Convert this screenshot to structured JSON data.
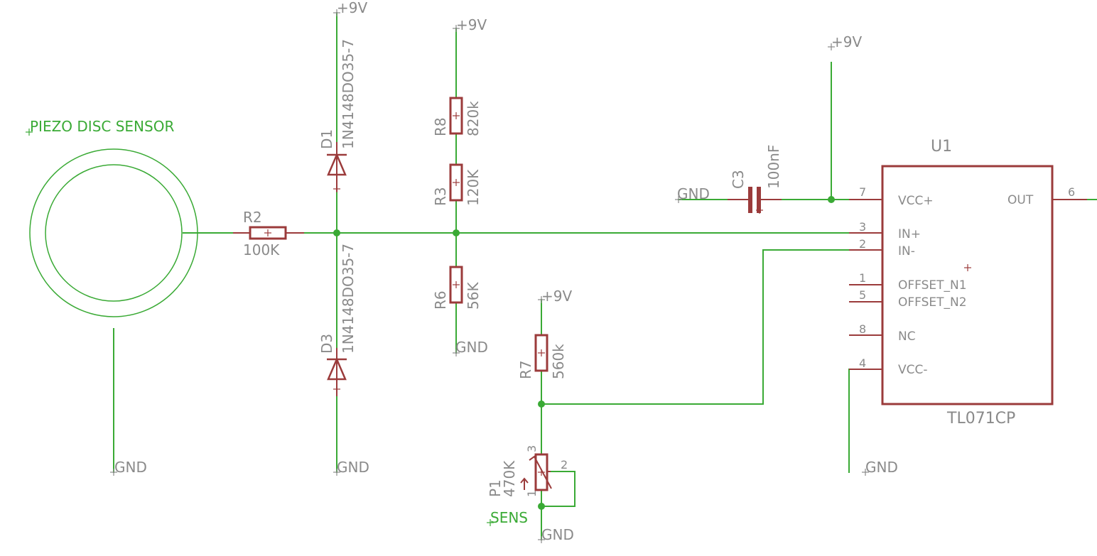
{
  "sensor": {
    "label": "PIEZO DISC SENSOR"
  },
  "power_labels": {
    "vcc": "+9V",
    "gnd": "GND"
  },
  "net_labels": {
    "sens": "SENS"
  },
  "resistors": {
    "r2": {
      "name": "R2",
      "value": "100K"
    },
    "r8": {
      "name": "R8",
      "value": "820k"
    },
    "r3": {
      "name": "R3",
      "value": "120K"
    },
    "r6": {
      "name": "R6",
      "value": "56K"
    },
    "r7": {
      "name": "R7",
      "value": "560k"
    }
  },
  "diodes": {
    "d1": {
      "name": "D1",
      "value": "1N4148DO35-7"
    },
    "d3": {
      "name": "D3",
      "value": "1N4148DO35-7"
    }
  },
  "capacitor": {
    "name": "C3",
    "value": "100nF"
  },
  "potentiometer": {
    "name": "P1",
    "value": "470K",
    "pin1": "1",
    "pin2": "2",
    "pin3": "3"
  },
  "opamp": {
    "name": "U1",
    "value": "TL071CP",
    "pins": [
      {
        "num": "7",
        "label": "VCC+"
      },
      {
        "num": "3",
        "label": "IN+"
      },
      {
        "num": "2",
        "label": "IN-"
      },
      {
        "num": "1",
        "label": "OFFSET_N1"
      },
      {
        "num": "5",
        "label": "OFFSET_N2"
      },
      {
        "num": "8",
        "label": "NC"
      },
      {
        "num": "4",
        "label": "VCC-"
      }
    ],
    "out": {
      "num": "6",
      "label": "OUT"
    }
  }
}
